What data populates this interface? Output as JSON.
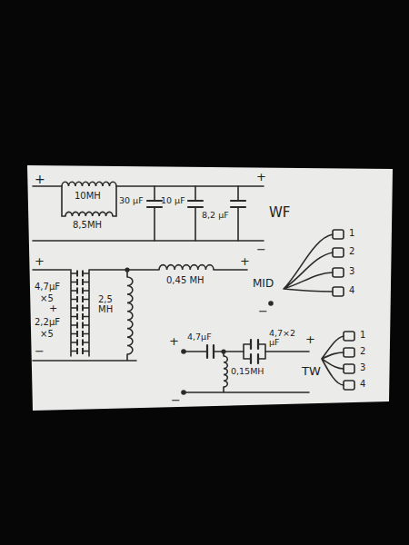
{
  "diagram": {
    "labels": [
      "+",
      "10MH",
      "8,5MH",
      "30 μF",
      "10 μF",
      "8,2 μF",
      "+",
      "WF",
      "−",
      "+",
      "4,7μF",
      "×5",
      "+",
      "2,2μF",
      "×5",
      "−",
      "2,5 MH",
      "0,45 MH",
      "+",
      "MID",
      "−",
      "1",
      "2",
      "3",
      "4",
      "+",
      "4,7μF",
      "4,7×2 μF",
      "0,15MH",
      "+",
      "TW",
      "−",
      "1",
      "2",
      "3",
      "4"
    ]
  }
}
